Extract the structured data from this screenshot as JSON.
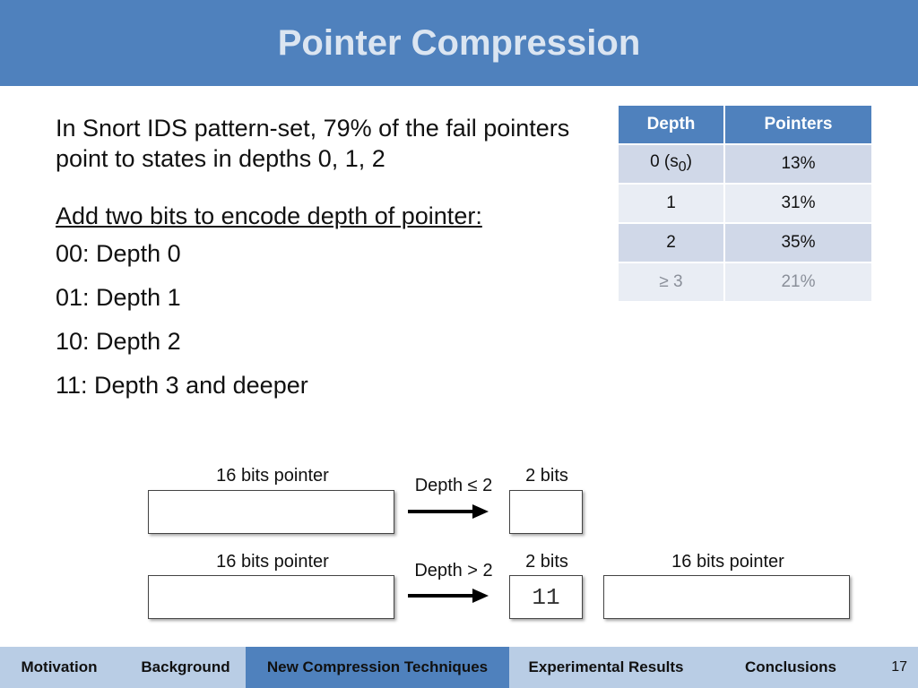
{
  "slide": {
    "title": "Pointer Compression",
    "intro": "In Snort IDS pattern-set, 79% of the fail pointers point to states in depths 0, 1, 2",
    "encoding_heading": "Add two bits to encode depth of pointer:",
    "encodings": [
      "00: Depth 0",
      "01: Depth 1",
      "10: Depth 2",
      "11: Depth 3 and deeper"
    ]
  },
  "table": {
    "headers": [
      "Depth",
      "Pointers"
    ],
    "rows": [
      {
        "depth": "0 (s",
        "depth_sub": "0",
        "depth_suffix": ")",
        "pointers": "13%"
      },
      {
        "depth": "1",
        "pointers": "31%"
      },
      {
        "depth": "2",
        "pointers": "35%"
      },
      {
        "depth": "≥ 3",
        "pointers": "21%"
      }
    ]
  },
  "diagram": {
    "row1": {
      "pointer_label": "16 bits pointer",
      "condition": "Depth ≤ 2",
      "bits_label": "2 bits"
    },
    "row2": {
      "pointer_label": "16 bits pointer",
      "condition": "Depth > 2",
      "bits_label": "2 bits",
      "bits_value": "11",
      "extra_pointer_label": "16 bits pointer"
    }
  },
  "nav": {
    "items": [
      "Motivation",
      "Background",
      "New Compression Techniques",
      "Experimental Results",
      "Conclusions"
    ],
    "active": "New Compression Techniques",
    "page_number": "17"
  },
  "colors": {
    "accent": "#4f81bd",
    "nav_bg": "#b9cde5",
    "title_text": "#dbe5f1"
  }
}
